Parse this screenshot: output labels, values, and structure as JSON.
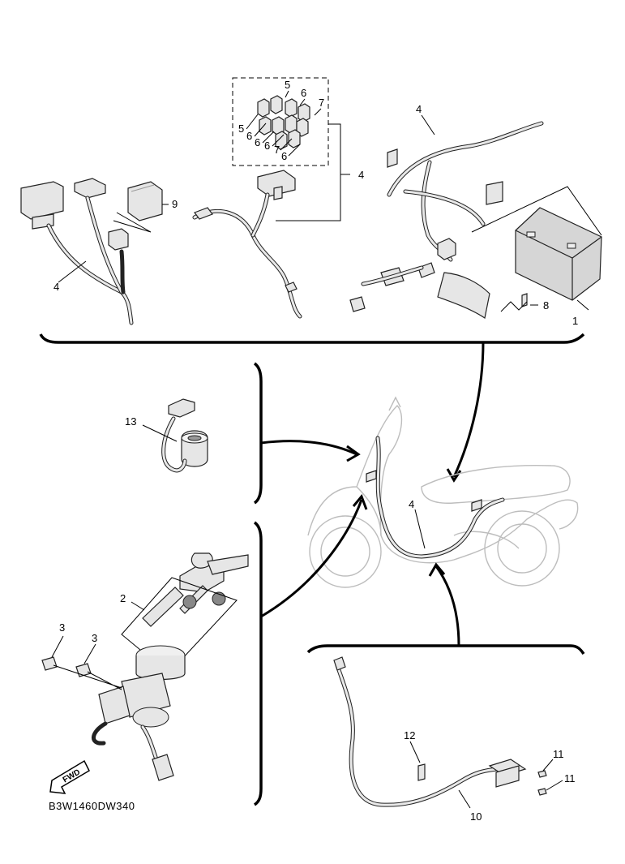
{
  "callouts": {
    "battery": "1",
    "main_switch_key": "2",
    "screw_a": "3",
    "screw_b": "3",
    "harness_top_left": "4",
    "harness_fuse_bracket": "4",
    "harness_top_right": "4",
    "harness_scooter": "4",
    "fuse_5_top": "5",
    "fuse_5_left": "5",
    "fuse_6_a": "6",
    "fuse_6_b": "6",
    "fuse_6_c": "6",
    "fuse_6_d": "6",
    "fuse_6_e": "6",
    "fuse_7_a": "7",
    "fuse_7_b": "7",
    "battery_band": "8",
    "relay": "9",
    "sub_harness": "10",
    "bolt_a": "11",
    "bolt_b": "11",
    "clamp": "12",
    "socket": "13"
  },
  "fwd_label": "FWD",
  "drawing_code": "B3W1460DW340"
}
